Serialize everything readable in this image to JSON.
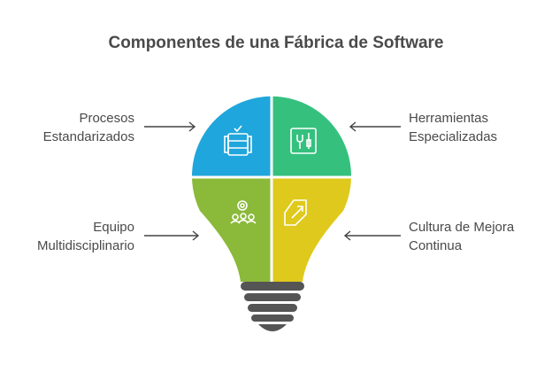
{
  "title": "Componentes de una Fábrica de Software",
  "items": [
    {
      "line1": "Procesos",
      "line2": "Estandarizados",
      "color": "#1fa6dc",
      "icon": "database-check-icon"
    },
    {
      "line1": "Herramientas",
      "line2": "Especializadas",
      "color": "#35c07e",
      "icon": "tools-icon"
    },
    {
      "line1": "Equipo",
      "line2": "Multidisciplinario",
      "color": "#8bb93a",
      "icon": "team-gear-icon"
    },
    {
      "line1": "Cultura de Mejora",
      "line2": "Continua",
      "color": "#dfc91c",
      "icon": "improvement-arrow-icon"
    }
  ]
}
